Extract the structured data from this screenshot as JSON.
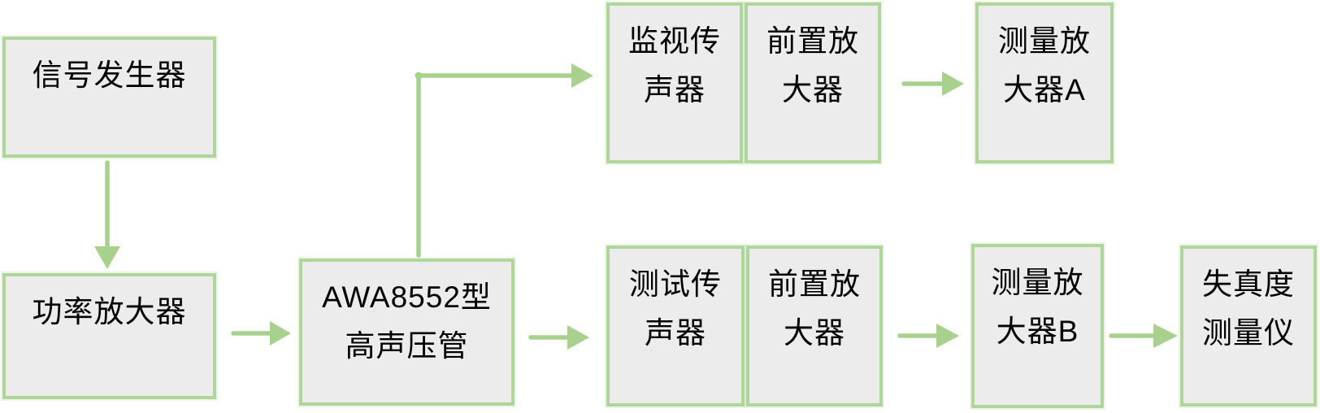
{
  "diagram": {
    "type": "flowchart",
    "description": "Audio distortion measurement setup block diagram",
    "colors": {
      "background": "#ffffff",
      "box_fill": "#ececec",
      "box_border": "#afd49c",
      "arrow": "#a9d18e",
      "text": "#000000"
    },
    "nodes": [
      {
        "id": "signal-generator",
        "label": "信号发生器"
      },
      {
        "id": "power-amplifier",
        "label": "功率放大器"
      },
      {
        "id": "awa8552-tube",
        "label": "AWA8552型\n高声压管"
      },
      {
        "id": "monitor-microphone",
        "label": "监视传\n声器"
      },
      {
        "id": "preamplifier-top",
        "label": "前置放\n大器"
      },
      {
        "id": "measuring-amplifier-a",
        "label": "测量放\n大器A"
      },
      {
        "id": "test-microphone",
        "label": "测试传\n声器"
      },
      {
        "id": "preamplifier-bottom",
        "label": "前置放\n大器"
      },
      {
        "id": "measuring-amplifier-b",
        "label": "测量放\n大器B"
      },
      {
        "id": "distortion-meter",
        "label": "失真度\n测量仪"
      }
    ],
    "edges": [
      {
        "from": "signal-generator",
        "to": "power-amplifier",
        "style": "arrow-down"
      },
      {
        "from": "power-amplifier",
        "to": "awa8552-tube",
        "style": "arrow-right"
      },
      {
        "from": "awa8552-tube",
        "to": "monitor-microphone",
        "style": "elbow-up-right-arrow"
      },
      {
        "from": "awa8552-tube",
        "to": "test-microphone",
        "style": "arrow-right"
      },
      {
        "from": "preamplifier-top",
        "to": "measuring-amplifier-a",
        "style": "arrow-right"
      },
      {
        "from": "preamplifier-bottom",
        "to": "measuring-amplifier-b",
        "style": "arrow-right"
      },
      {
        "from": "measuring-amplifier-b",
        "to": "distortion-meter",
        "style": "arrow-right"
      }
    ]
  }
}
